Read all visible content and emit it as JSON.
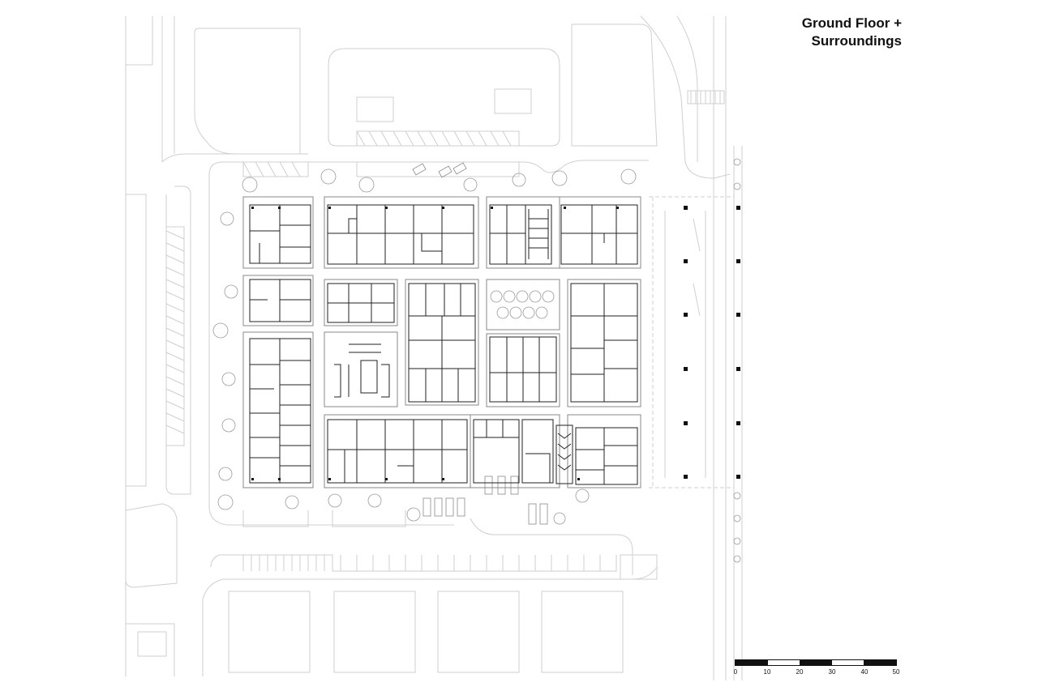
{
  "title": {
    "line1": "Ground Floor +",
    "line2": "Surroundings"
  },
  "scale_bar": {
    "labels": [
      "0",
      "10",
      "20",
      "30",
      "40",
      "50"
    ]
  },
  "colors": {
    "ink": "#111111",
    "context": "#c8c8c8",
    "background": "#ffffff"
  }
}
